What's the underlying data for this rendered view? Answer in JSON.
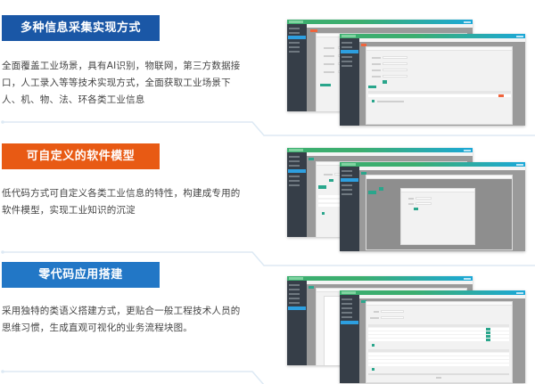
{
  "features": [
    {
      "title": "多种信息采集实现方式",
      "color": "#1a57a6",
      "description": "全面覆盖工业场景，具有AI识别，物联网，第三方数据接口，人工录入等等技术实现方式，全面获取工业场景下 人、机、物、法、环各类工业信息"
    },
    {
      "title": "可自定义的软件模型",
      "color": "#e85a14",
      "description": "低代码方式可自定义各类工业信息的特性，构建成专用的软件模型，实现工业知识的沉淀"
    },
    {
      "title": "零代码应用搭建",
      "color": "#2277c6",
      "description": "采用独特的类语义搭建方式，更贴合一般工程技术人员的思维习惯，生成直观可视化的业务流程块图。"
    }
  ],
  "colors": {
    "divider": "#dde9f4",
    "sidebar": "#363e48",
    "sidebar_active": "#2d9fe0",
    "topbar_start": "#3cae6f",
    "topbar_end": "#1ba8d8",
    "green_button": "#2aa68c",
    "orange_button": "#f0643c"
  },
  "screenshots": [
    {
      "alt": "信息采集界面截图"
    },
    {
      "alt": "软件模型界面截图"
    },
    {
      "alt": "应用搭建界面截图"
    }
  ]
}
